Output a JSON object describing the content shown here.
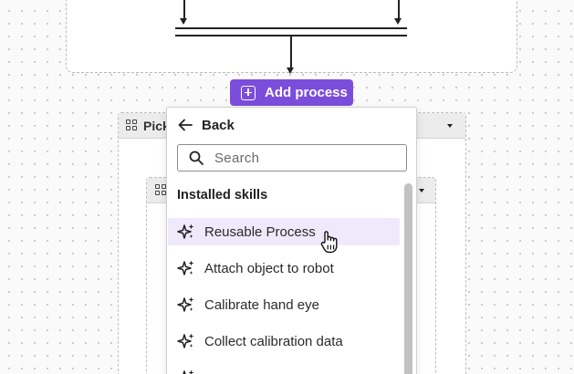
{
  "flow": {
    "add_process_label": "Add process"
  },
  "pick_node": {
    "title": "Pick"
  },
  "menu": {
    "back_label": "Back",
    "search_placeholder": "Search",
    "section_title": "Installed skills",
    "items": [
      {
        "label": "Reusable Process",
        "icon": "sparkle-icon",
        "hovered": true
      },
      {
        "label": "Attach object to robot",
        "icon": "sparkle-icon"
      },
      {
        "label": "Calibrate hand eye",
        "icon": "sparkle-icon"
      },
      {
        "label": "Collect calibration data",
        "icon": "sparkle-icon"
      }
    ]
  },
  "colors": {
    "accent": "#7c4ddb",
    "hover": "#efe9fb"
  }
}
